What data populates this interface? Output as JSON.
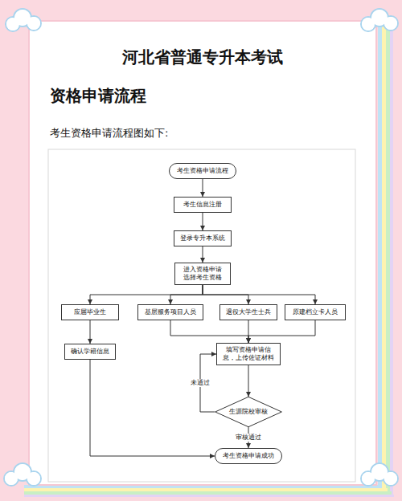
{
  "diagram": {
    "title": "河北省普通专升本考试",
    "nodes": [
      {
        "text": [
          "考生资格申请流程"
        ]
      },
      {
        "text": [
          "考生信息注册"
        ]
      },
      {
        "text": [
          "登录专升本系统"
        ]
      },
      {
        "text": [
          "进入资格申请 选择考生资格"
        ]
      },
      {
        "text": [
          "应届毕业生"
        ]
      },
      {
        "text": [
          "基层服务项目人员"
        ]
      },
      {
        "text": [
          "退役大学生士兵"
        ]
      },
      {
        "text": [
          "原建档立卡人员"
        ]
      },
      {
        "text": [
          "确认学籍信息"
        ]
      },
      {
        "text": [
          "填写资格申请信息，上传佐证材料"
        ]
      },
      {
        "text": [
          "生源院校审核"
        ]
      },
      {
        "text": [
          "考生资格申请成功"
        ]
      }
    ],
    "edges": [
      {
        "from": 0,
        "to": 1,
        "arrow": "to"
      },
      {
        "from": 1,
        "to": 2,
        "arrow": "to"
      },
      {
        "from": 2,
        "to": 3,
        "arrow": "to"
      },
      {
        "from": 3,
        "to": 4,
        "arrow": "to"
      },
      {
        "from": 3,
        "to": 5,
        "arrow": "to"
      },
      {
        "from": 3,
        "to": 6,
        "arrow": "to"
      },
      {
        "from": 3,
        "to": 7,
        "arrow": "to"
      },
      {
        "from": 4,
        "to": 8,
        "arrow": "to"
      },
      {
        "from": 8,
        "to": 11,
        "arrow": "to"
      },
      {
        "from": 5,
        "to": 9,
        "arrow": "to"
      },
      {
        "from": 6,
        "to": 9,
        "arrow": "to"
      },
      {
        "from": 7,
        "to": 9,
        "arrow": "to"
      },
      {
        "from": 9,
        "to": 10,
        "arrow": "to"
      },
      {
        "from": 10,
        "to": 9,
        "label": "未通过",
        "arrow": "to"
      },
      {
        "from": 10,
        "to": 11,
        "label": "审核通过",
        "arrow": "to"
      }
    ],
    "labels": [
      "资格申请流程",
      "考生资格申请流程图如下:"
    ]
  }
}
